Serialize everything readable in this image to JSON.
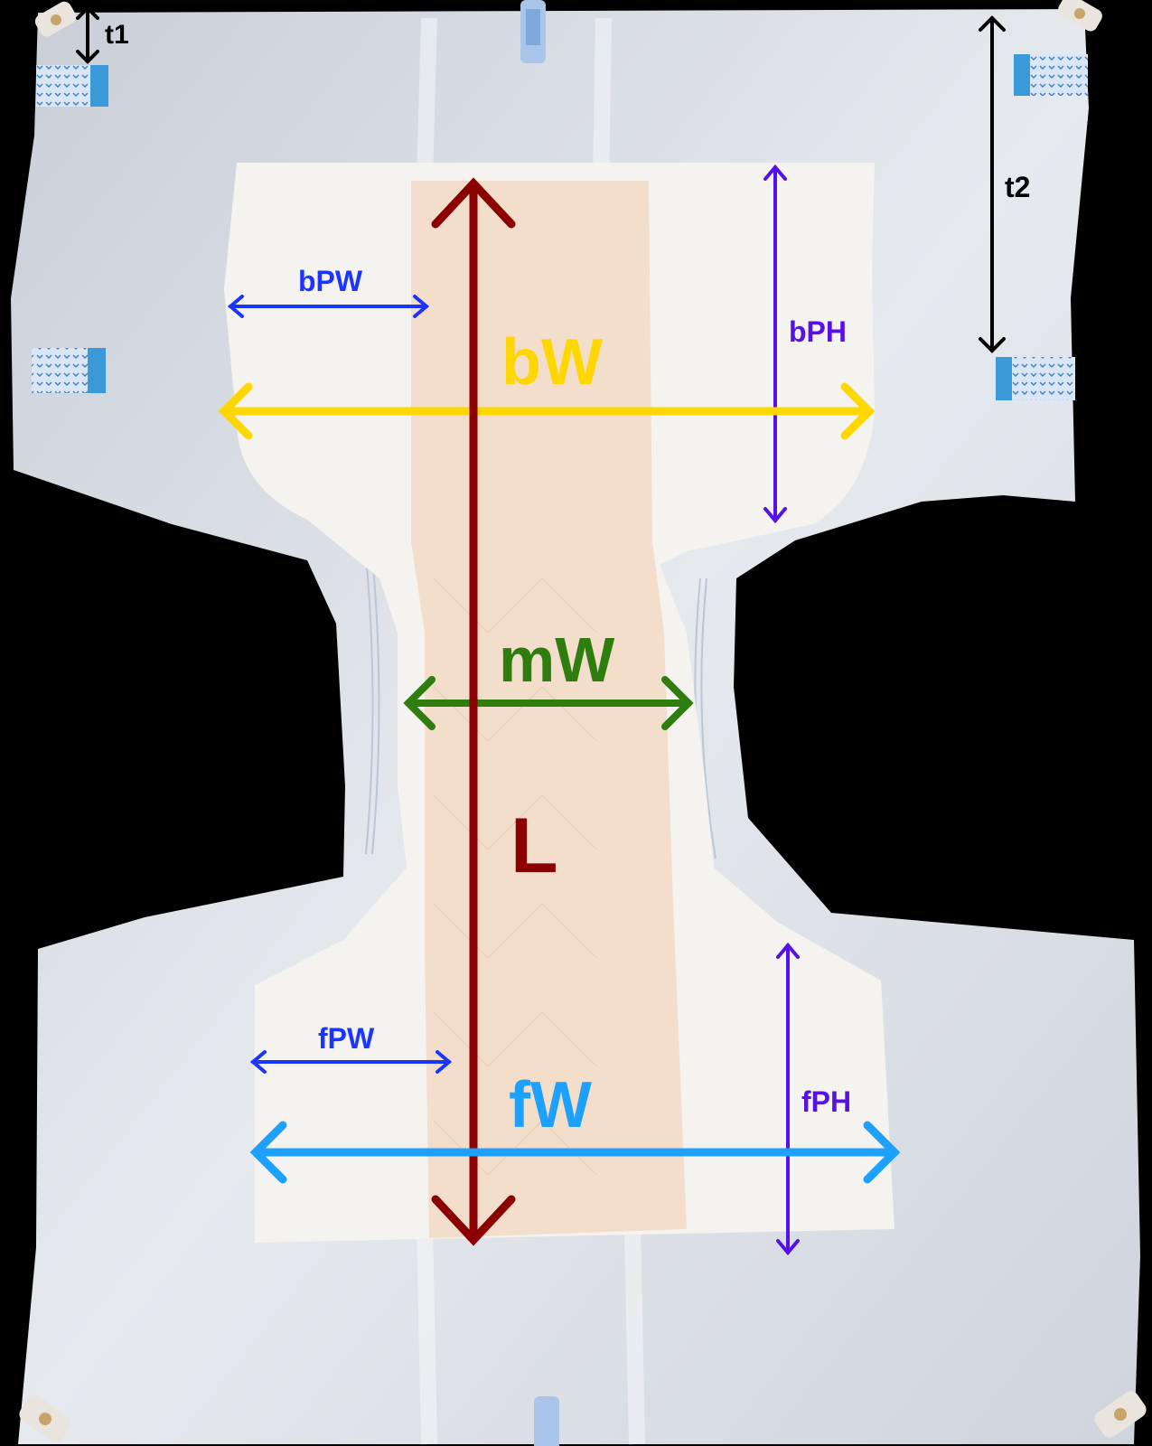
{
  "labels": {
    "t1": "t1",
    "t2": "t2",
    "bPW": "bPW",
    "bW": "bW",
    "bPH": "bPH",
    "mW": "mW",
    "L": "L",
    "fPW": "fPW",
    "fW": "fW",
    "fPH": "fPH"
  },
  "colors": {
    "background": "#000000",
    "shell": "#dfe3ea",
    "pad": "#f4f1ec",
    "core": "#f3dcc4",
    "tape": "#3a9ad9",
    "L": "#8b0000",
    "bW": "#ffd700",
    "mW": "#2e7d0e",
    "fW": "#1ea0ff",
    "PW": "#1a35ff",
    "PH": "#5511e6",
    "t": "#000000"
  },
  "icons": [
    "clip-icon",
    "fastening-tape-icon"
  ]
}
